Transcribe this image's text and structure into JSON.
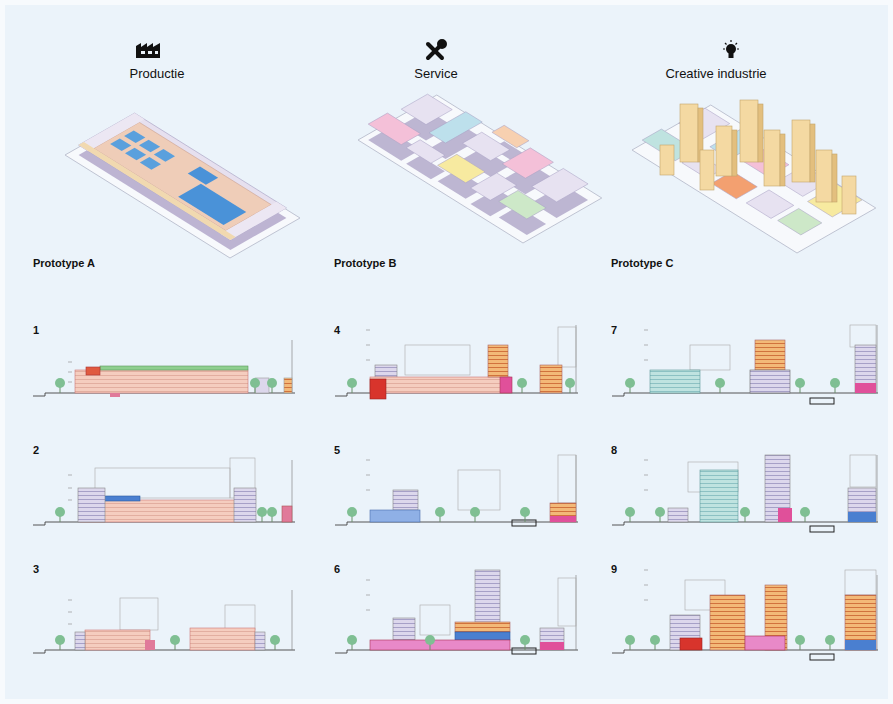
{
  "diagram": {
    "labels": [
      "Productie",
      "Service",
      "Creative industrie",
      "Prototype A",
      "Prototype B",
      "Prototype C",
      "1",
      "2",
      "3",
      "4",
      "5",
      "6",
      "7",
      "8",
      "9"
    ]
  }
}
